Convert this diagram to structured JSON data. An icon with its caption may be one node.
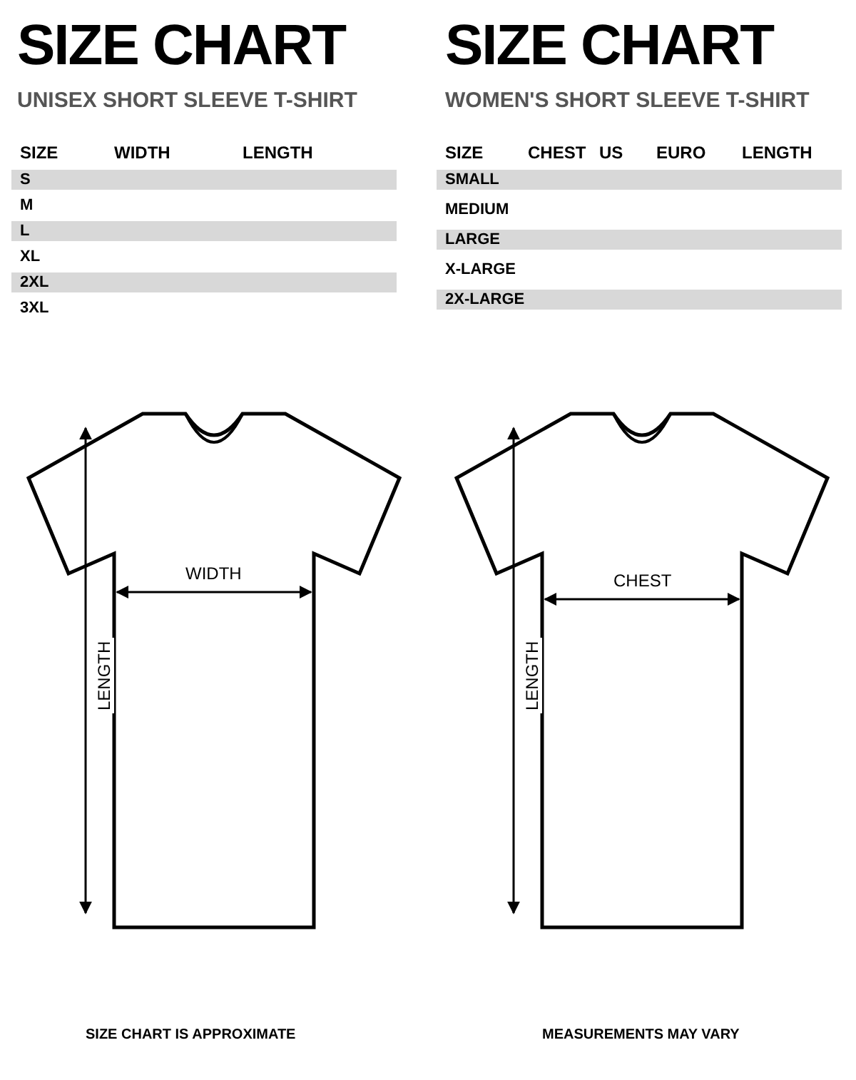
{
  "diagram": {
    "labels": [
      "SIZE CHART",
      "UNISEX SHORT SLEEVE T-SHIRT",
      "SIZE CHART",
      "WOMEN'S SHORT SLEEVE T-SHIRT",
      "SIZE",
      "WIDTH",
      "LENGTH",
      "S",
      "M",
      "L",
      "XL",
      "2XL",
      "3XL",
      "SIZE",
      "CHEST",
      "US",
      "EURO",
      "LENGTH",
      "SMALL",
      "MEDIUM",
      "LARGE",
      "X-LARGE",
      "2X-LARGE",
      "WIDTH",
      "LENGTH",
      "CHEST",
      "LENGTH",
      "SIZE CHART IS APPROXIMATE",
      "MEASUREMENTS MAY VARY"
    ]
  }
}
